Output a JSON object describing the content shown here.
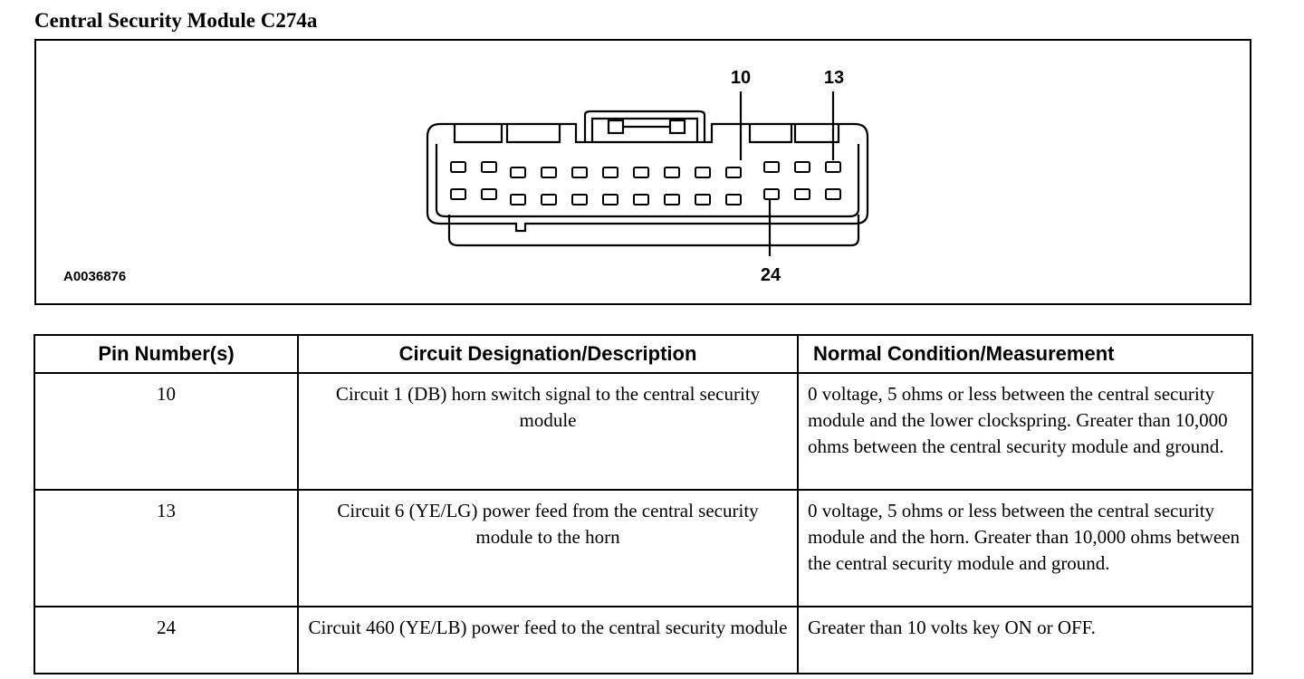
{
  "title": "Central Security Module C274a",
  "figure": {
    "id": "A0036876",
    "callouts": [
      "10",
      "13",
      "24"
    ]
  },
  "table": {
    "headers": [
      "Pin Number(s)",
      "Circuit Designation/Description",
      "Normal Condition/Measurement"
    ],
    "rows": [
      {
        "pin": "10",
        "description": "Circuit 1 (DB) horn switch signal to the central security module",
        "condition": "0 voltage, 5 ohms or less between the central security module and the lower clockspring. Greater than 10,000 ohms between the central security module and ground."
      },
      {
        "pin": "13",
        "description": "Circuit 6 (YE/LG) power feed from the central security module to the horn",
        "condition": "0 voltage, 5 ohms or less between the central security module and the horn. Greater than 10,000 ohms between the central security module and ground."
      },
      {
        "pin": "24",
        "description": "Circuit 460 (YE/LB) power feed to the central security module",
        "condition": "Greater than 10 volts key ON or OFF."
      }
    ]
  }
}
